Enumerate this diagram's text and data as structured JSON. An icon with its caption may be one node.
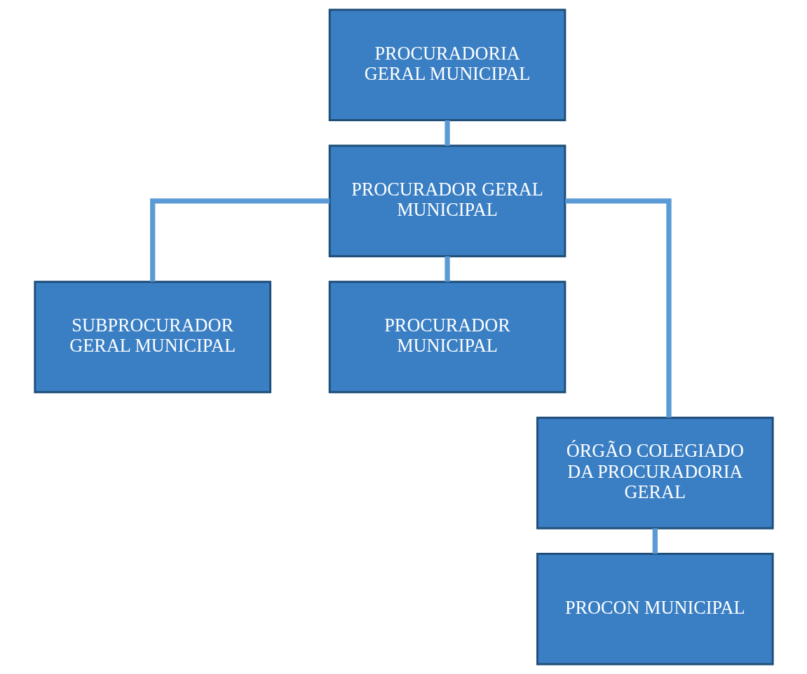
{
  "diagram": {
    "nodes": [
      {
        "text": [
          "PROCURADORIA GERAL MUNICIPAL"
        ]
      },
      {
        "text": [
          "PROCURADOR GERAL MUNICIPAL"
        ]
      },
      {
        "text": [
          "SUBPROCURADOR GERAL MUNICIPAL"
        ]
      },
      {
        "text": [
          "PROCURADOR MUNICIPAL"
        ]
      },
      {
        "text": [
          "ÓRGÃO COLEGIADO DA PROCURADORIA GERAL"
        ]
      },
      {
        "text": [
          "PROCON MUNICIPAL"
        ]
      }
    ],
    "edges": [
      {
        "from": 0,
        "to": 1,
        "arrow": "none"
      },
      {
        "from": 1,
        "to": 2,
        "arrow": "none"
      },
      {
        "from": 1,
        "to": 3,
        "arrow": "none"
      },
      {
        "from": 1,
        "to": 4,
        "arrow": "none"
      },
      {
        "from": 4,
        "to": 5,
        "arrow": "none"
      }
    ]
  }
}
